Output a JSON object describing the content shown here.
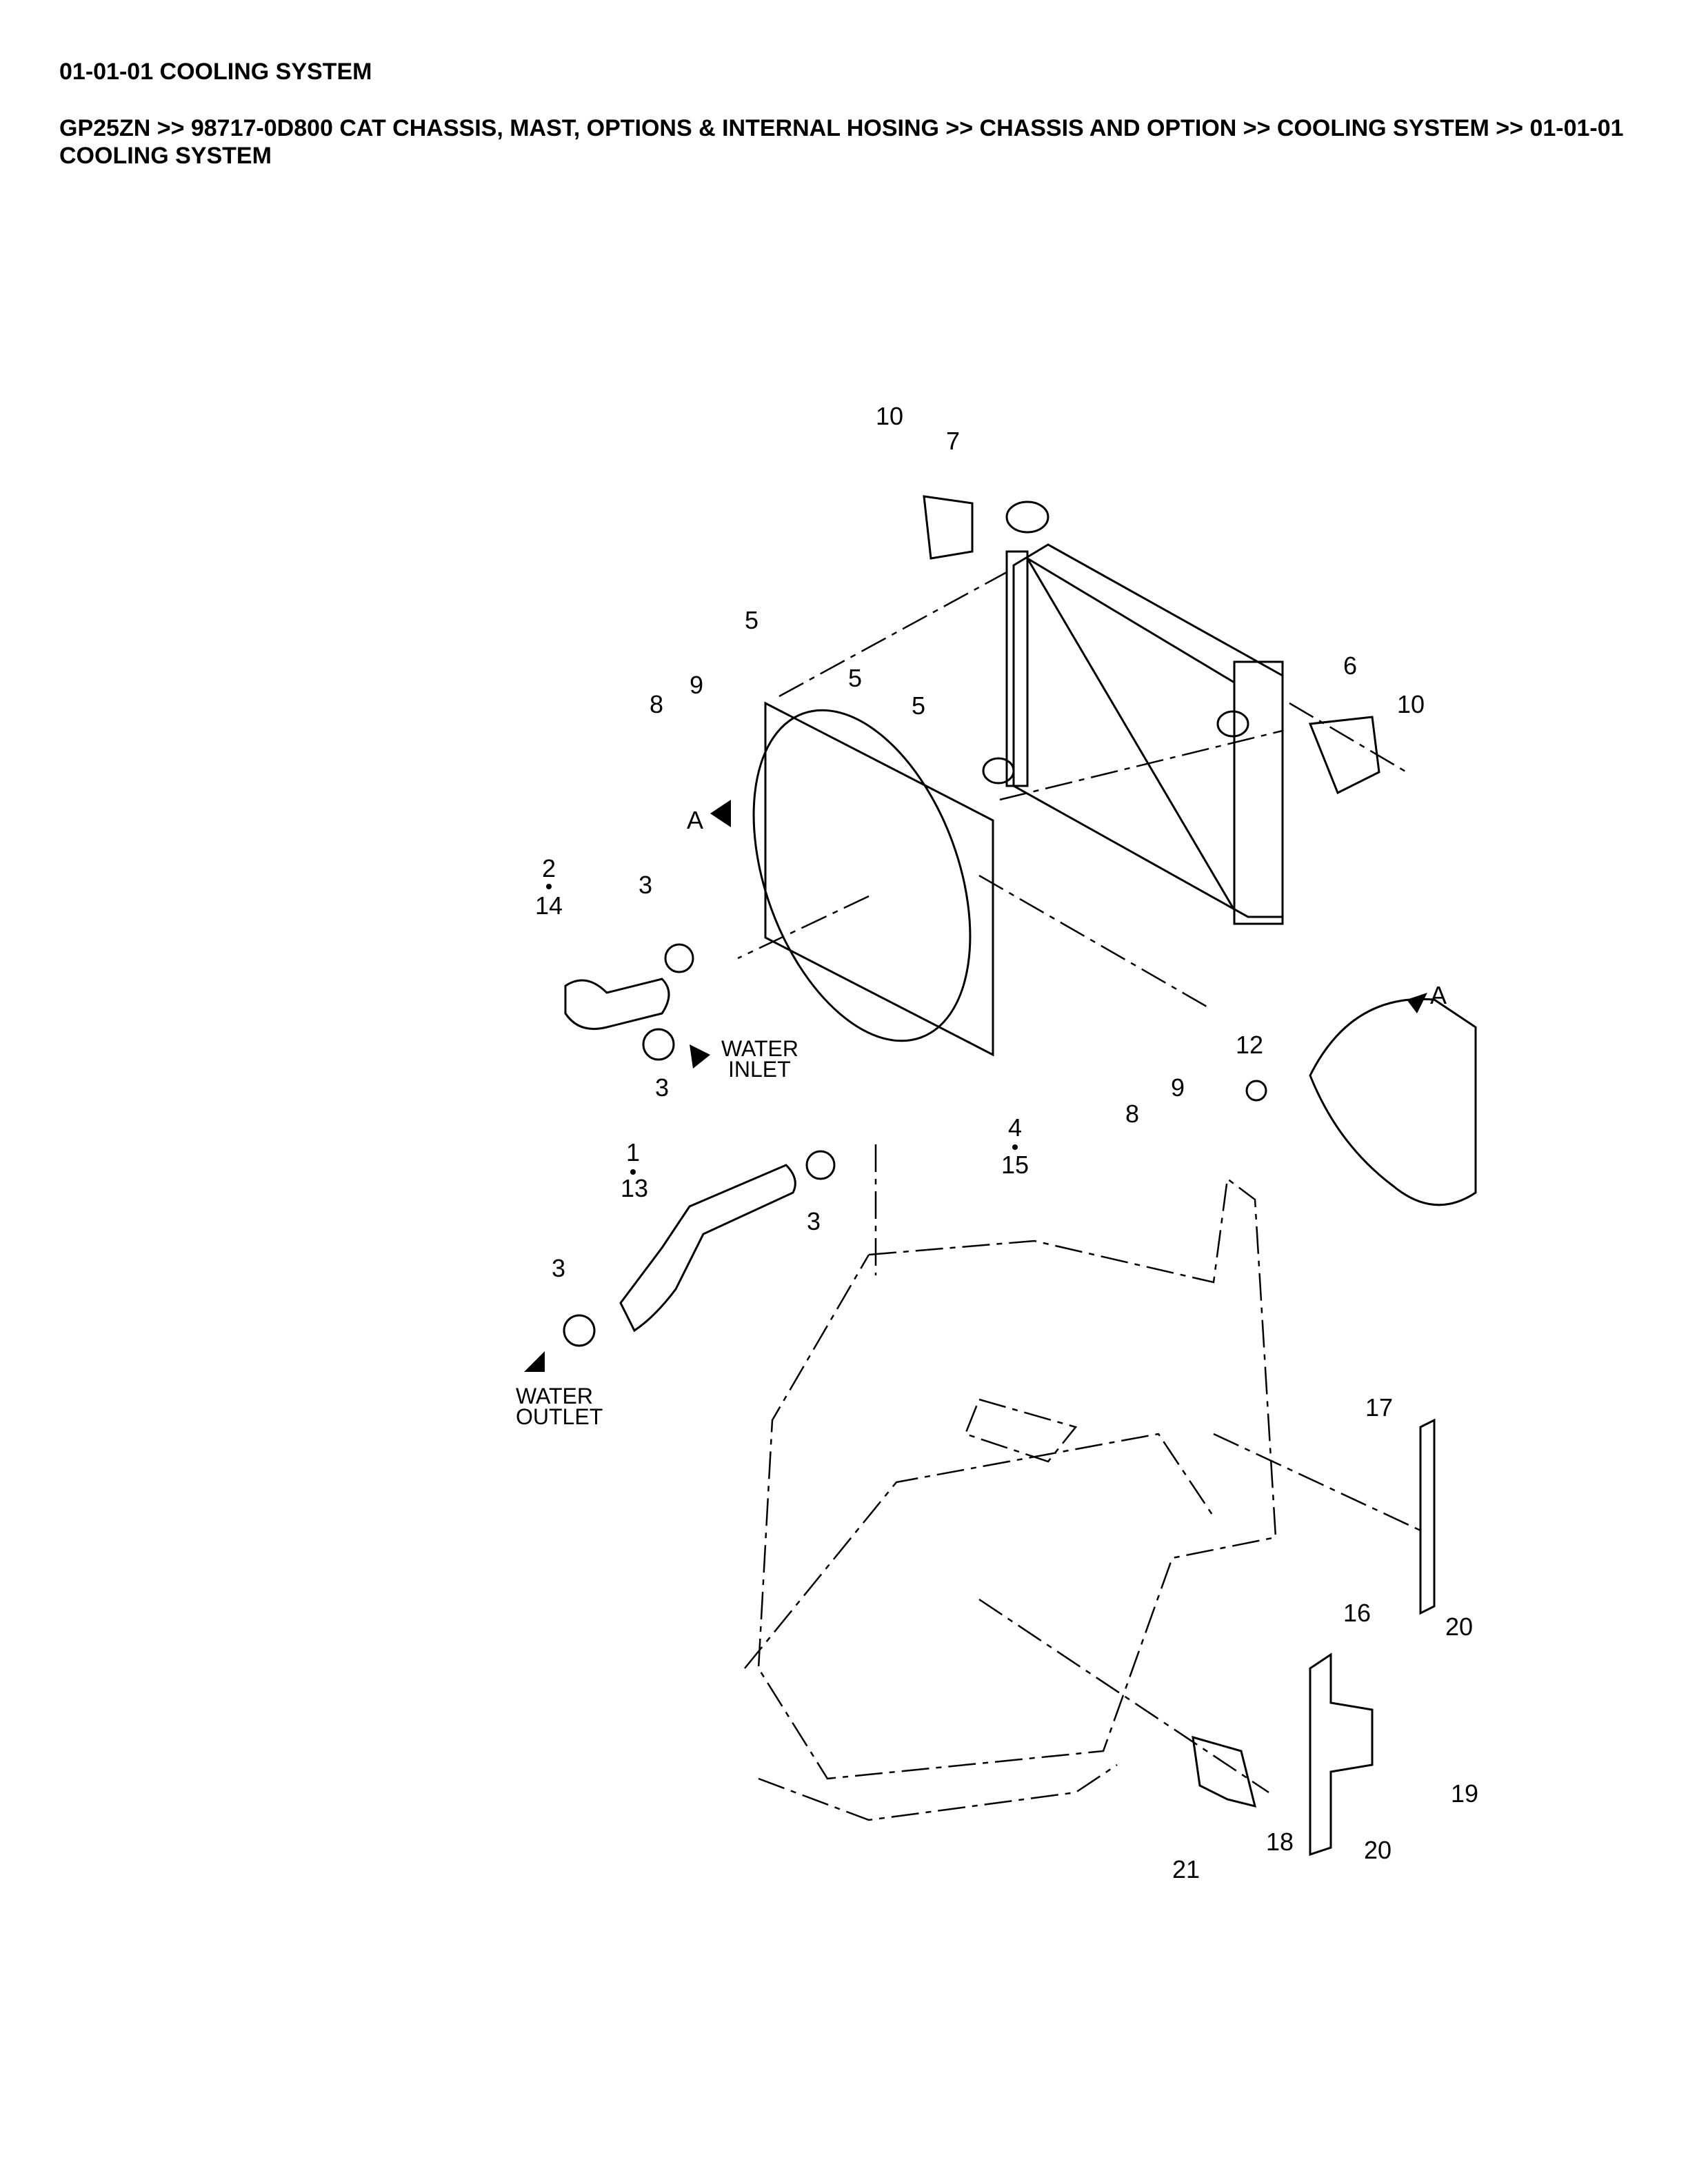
{
  "header": {
    "title": "01-01-01 COOLING SYSTEM",
    "breadcrumb": "GP25ZN >> 98717-0D800 CAT CHASSIS, MAST, OPTIONS & INTERNAL HOSING >> CHASSIS AND OPTION >> COOLING SYSTEM >> 01-01-01 COOLING SYSTEM"
  },
  "diagram": {
    "callouts": [
      "10",
      "7",
      "5",
      "5",
      "5",
      "8",
      "9",
      "6",
      "10",
      "A",
      "2",
      "14",
      "3",
      "3",
      "4",
      "15",
      "8",
      "9",
      "12",
      "A",
      "1",
      "13",
      "3",
      "3",
      "17",
      "20",
      "16",
      "19",
      "20",
      "18",
      "21"
    ],
    "notes": {
      "water_inlet_1": "WATER",
      "water_inlet_2": "INLET",
      "water_outlet_1": "WATER",
      "water_outlet_2": "OUTLET"
    }
  }
}
